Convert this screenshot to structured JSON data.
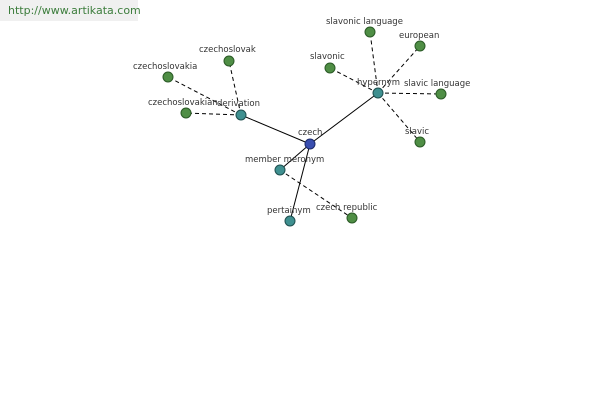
{
  "watermark": "http://www.artikata.com",
  "colors": {
    "center": "#3a4fb0",
    "relation": "#3f9090",
    "leaf": "#4f8e45",
    "edge": "#000000"
  },
  "graph": {
    "center": {
      "id": "czech",
      "label": "czech"
    },
    "relations": [
      {
        "id": "derivation",
        "label": "derivation"
      },
      {
        "id": "hypernym",
        "label": "hypernym"
      },
      {
        "id": "member-meronym",
        "label": "member meronym"
      },
      {
        "id": "pertainym",
        "label": "pertainym"
      }
    ],
    "leaves": [
      {
        "id": "czechoslovak",
        "label": "czechoslovak",
        "relation": "derivation"
      },
      {
        "id": "czechoslovakia",
        "label": "czechoslovakia",
        "relation": "derivation"
      },
      {
        "id": "czechoslovakian",
        "label": "czechoslovakian",
        "relation": "derivation"
      },
      {
        "id": "slavonic-language",
        "label": "slavonic language",
        "relation": "hypernym"
      },
      {
        "id": "european",
        "label": "european",
        "relation": "hypernym"
      },
      {
        "id": "slavonic",
        "label": "slavonic",
        "relation": "hypernym"
      },
      {
        "id": "slavic-language",
        "label": "slavic language",
        "relation": "hypernym"
      },
      {
        "id": "slavic",
        "label": "slavic",
        "relation": "hypernym"
      },
      {
        "id": "czech-republic",
        "label": "czech republic",
        "relation": "member-meronym"
      }
    ]
  }
}
